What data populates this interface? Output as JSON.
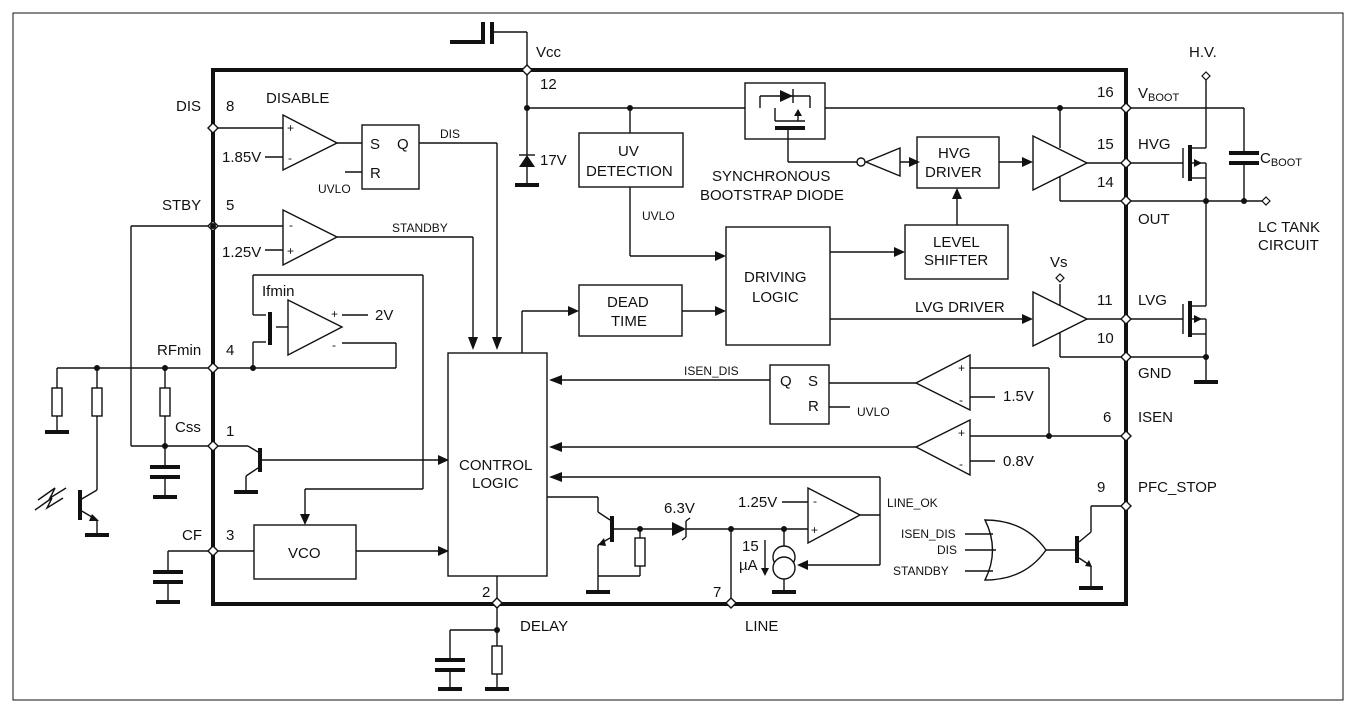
{
  "vcc": "Vcc",
  "hv": "H.V.",
  "blocks": {
    "disable": "DISABLE",
    "uv1": "UV",
    "uv2": "DETECTION",
    "sync1": "SYNCHRONOUS",
    "sync2": "BOOTSTRAP DIODE",
    "hvg1": "HVG",
    "hvg2": "DRIVER",
    "lvl1": "LEVEL",
    "lvl2": "SHIFTER",
    "drv1": "DRIVING",
    "drv2": "LOGIC",
    "dead1": "DEAD",
    "dead2": "TIME",
    "lvgdrv": "LVG DRIVER",
    "ctl1": "CONTROL",
    "ctl2": "LOGIC",
    "vco": "VCO",
    "ifmin": "Ifmin",
    "lctank1": "LC TANK",
    "lctank2": "CIRCUIT"
  },
  "signals": {
    "dis": "DIS",
    "standby": "STANDBY",
    "uvlo": "UVLO",
    "isen_dis": "ISEN_DIS",
    "line_ok": "LINE_OK",
    "s": "S",
    "q": "Q",
    "r": "R"
  },
  "values": {
    "v185": "1.85V",
    "v125": "1.25V",
    "v2": "2V",
    "v17": "17V",
    "v15": "1.5V",
    "v08": "0.8V",
    "v63": "6.3V",
    "v125b": "1.25V",
    "i15a": "15",
    "i15b": "µA"
  },
  "pins": {
    "p12": "12",
    "p8": "8",
    "p5": "5",
    "p4": "4",
    "p1": "1",
    "p3": "3",
    "p2": "2",
    "p7": "7",
    "p16": "16",
    "p15": "15",
    "p14": "14",
    "p11": "11",
    "p10": "10",
    "p6": "6",
    "p9": "9",
    "dis": "DIS",
    "stby": "STBY",
    "rfmin": "RFmin",
    "css": "Css",
    "cf": "CF",
    "delay": "DELAY",
    "line": "LINE",
    "vboot": "V",
    "vboot_sub": "BOOT",
    "hvg": "HVG",
    "out": "OUT",
    "lvg": "LVG",
    "gnd": "GND",
    "isen": "ISEN",
    "pfc_stop": "PFC_STOP",
    "cboot": "C",
    "cboot_sub": "BOOT",
    "vs": "Vs"
  },
  "symbols": {
    "plus": "+",
    "minus": "-"
  }
}
